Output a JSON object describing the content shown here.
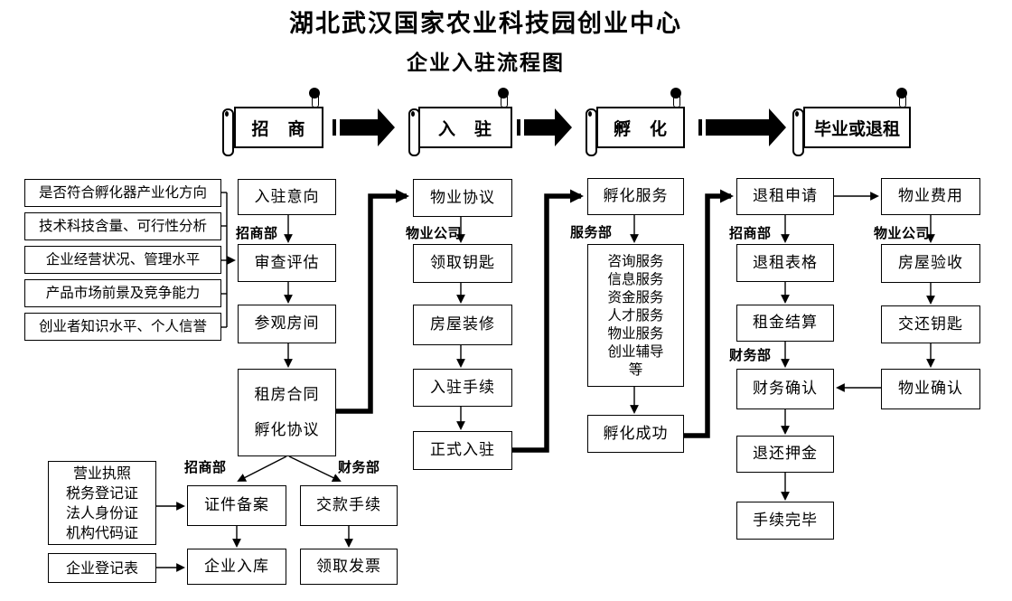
{
  "title": {
    "line1": "湖北武汉国家农业科技园创业中心",
    "line2": "企业入驻流程图"
  },
  "phases": {
    "zhaoshang": "招　商",
    "ruzhu": "入　驻",
    "fuhua": "孵　化",
    "biye": "毕业或退租"
  },
  "departments": {
    "zhaoshang_review": "招商部",
    "wuye_entry": "物业公司",
    "fuwu": "服务部",
    "zhaoshang_exit": "招商部",
    "caiwu_exit": "财务部",
    "wuye_exit": "物业公司",
    "zhaoshang_filing": "招商部",
    "caiwu_payment": "财务部"
  },
  "criteria": [
    "是否符合孵化器产业化方向",
    "技术科技含量、可行性分析",
    "企业经营状况、管理水平",
    "产品市场前景及竞争能力",
    "创业者知识水平、个人信誉"
  ],
  "nodes": {
    "entry_intent": "入驻意向",
    "review_assess": "审查评估",
    "visit_rooms": "参观房间",
    "lease_contract": "租房合同",
    "incubation_agreement": "孵化协议",
    "property_agreement": "物业协议",
    "receive_keys": "领取钥匙",
    "house_renovation": "房屋装修",
    "entry_procedures": "入驻手续",
    "official_entry": "正式入驻",
    "incubation_service": "孵化服务",
    "incubation_success": "孵化成功",
    "exit_application": "退租申请",
    "exit_form": "退租表格",
    "rent_settlement": "租金结算",
    "finance_confirm": "财务确认",
    "refund_deposit": "退还押金",
    "procedures_done": "手续完毕",
    "property_fee": "物业费用",
    "house_inspection": "房屋验收",
    "return_keys": "交还钥匙",
    "property_confirm": "物业确认",
    "company_reg_form": "企业登记表",
    "certificate_filing": "证件备案",
    "company_entry_db": "企业入库",
    "payment_procedures": "交款手续",
    "receive_invoice": "领取发票"
  },
  "services_list": [
    "咨询服务",
    "信息服务",
    "资金服务",
    "人才服务",
    "物业服务",
    "创业辅导",
    "等"
  ],
  "docs_list": [
    "营业执照",
    "税务登记证",
    "法人身份证",
    "机构代码证"
  ],
  "colors": {
    "ink": "#000000",
    "paper": "#ffffff"
  }
}
